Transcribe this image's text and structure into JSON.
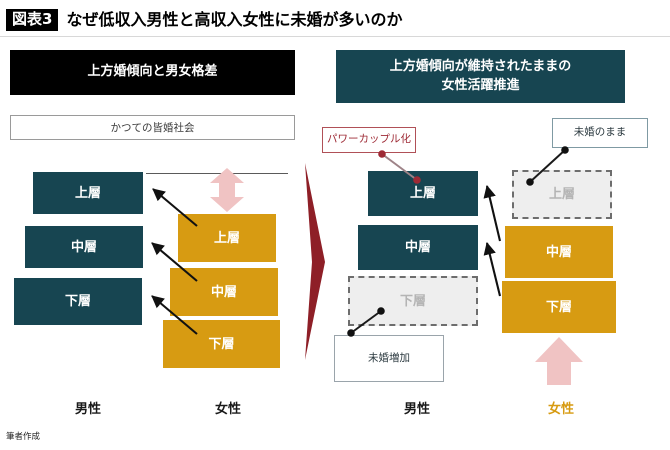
{
  "title": {
    "badge": "図表3",
    "text": "なぜ低収入男性と高収入女性に未婚が多いのか"
  },
  "panels": {
    "left": {
      "banner": "上方婚傾向と男女格差",
      "subbanner": "かつての皆婚社会",
      "male_label": "男性",
      "female_label": "女性",
      "male_tiers": [
        {
          "label": "上層",
          "style": "teal"
        },
        {
          "label": "中層",
          "style": "teal"
        },
        {
          "label": "下層",
          "style": "teal"
        }
      ],
      "female_tiers": [
        {
          "label": "上層",
          "style": "orange"
        },
        {
          "label": "中層",
          "style": "orange"
        },
        {
          "label": "下層",
          "style": "orange"
        }
      ]
    },
    "right": {
      "banner_line1": "上方婚傾向が維持されたままの",
      "banner_line2": "女性活躍推進",
      "male_label": "男性",
      "female_label": "女性",
      "male_tiers": [
        {
          "label": "上層",
          "style": "teal"
        },
        {
          "label": "中層",
          "style": "teal"
        },
        {
          "label": "下層",
          "style": "ghost"
        }
      ],
      "female_tiers": [
        {
          "label": "上層",
          "style": "ghost"
        },
        {
          "label": "中層",
          "style": "orange"
        },
        {
          "label": "下層",
          "style": "orange"
        }
      ],
      "callouts": {
        "power_couple": "パワーカップル化",
        "unmarried_stay": "未婚のまま",
        "unmarried_increase": "未婚増加"
      }
    }
  },
  "source_note": "筆者作成",
  "colors": {
    "teal": "#174551",
    "orange": "#d79b12",
    "pink_arrow": "#f0c3c3",
    "red_divider": "#8e1f27",
    "callout_red": "#9e2a35",
    "ghost_fill": "#eeeeee",
    "ghost_text": "#b4b4b4",
    "black": "#000000"
  }
}
